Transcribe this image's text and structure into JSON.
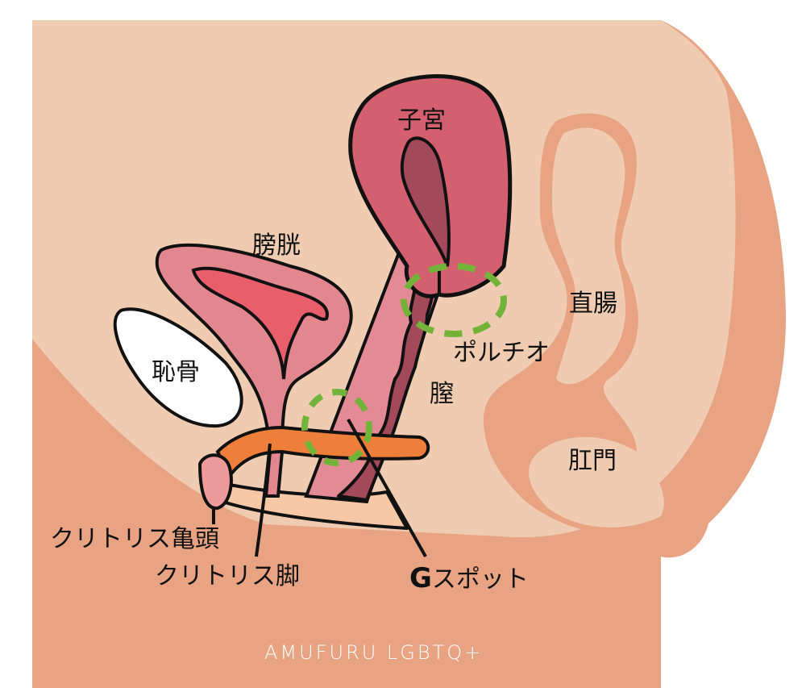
{
  "labels": {
    "uterus": "子宮",
    "bladder": "膀胱",
    "pubic_bone": "恥骨",
    "rectum": "直腸",
    "portio": "ポルチオ",
    "vagina": "膣",
    "anus": "肛門",
    "clitoral_glans": "クリトリス亀頭",
    "clitoral_crus": "クリトリス脚",
    "g_spot_prefix": "G",
    "g_spot_suffix": "スポット"
  },
  "watermark": "AMUFURU LGBTQ+",
  "colors": {
    "body_outer": "#E8A383",
    "body_inner": "#EFCCB1",
    "uterus": "#D4606F",
    "uterus_cavity": "#A34A5A",
    "vagina_wall": "#E48A95",
    "bladder": "#E3878F",
    "bladder_inner": "#E85F6B",
    "clitoris": "#EE7F3A",
    "glans": "#EE9A9A",
    "labia": "#F6C8A6",
    "highlight": "#74B33A"
  }
}
